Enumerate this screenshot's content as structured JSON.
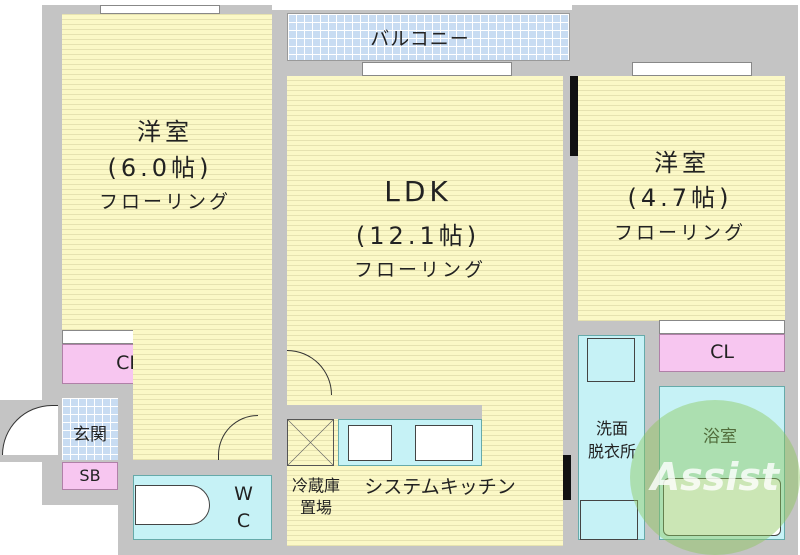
{
  "rooms": {
    "western_left": {
      "name": "洋室",
      "size": "(6.0帖)",
      "floor": "フローリング"
    },
    "ldk": {
      "name": "LDK",
      "size": "(12.1帖)",
      "floor": "フローリング"
    },
    "western_right": {
      "name": "洋室",
      "size": "(4.7帖)",
      "floor": "フローリング"
    },
    "balcony": "バルコニー",
    "closet_left": "CL",
    "closet_right": "CL",
    "entrance": "玄関",
    "shoe_box": "SB",
    "toilet_line1": "W",
    "toilet_line2": "C",
    "fridge_line1": "冷蔵庫",
    "fridge_line2": "置場",
    "kitchen": "システムキッチン",
    "washroom_line1": "洗面",
    "washroom_line2": "脱衣所",
    "bathroom": "浴室"
  },
  "watermark": "Assist",
  "colors": {
    "floor": "#fbf8c6",
    "wall": "#c4c4c4",
    "closet": "#f7c6f0",
    "wet_area": "#c6f2f6",
    "balcony": "#c8dcf2"
  }
}
